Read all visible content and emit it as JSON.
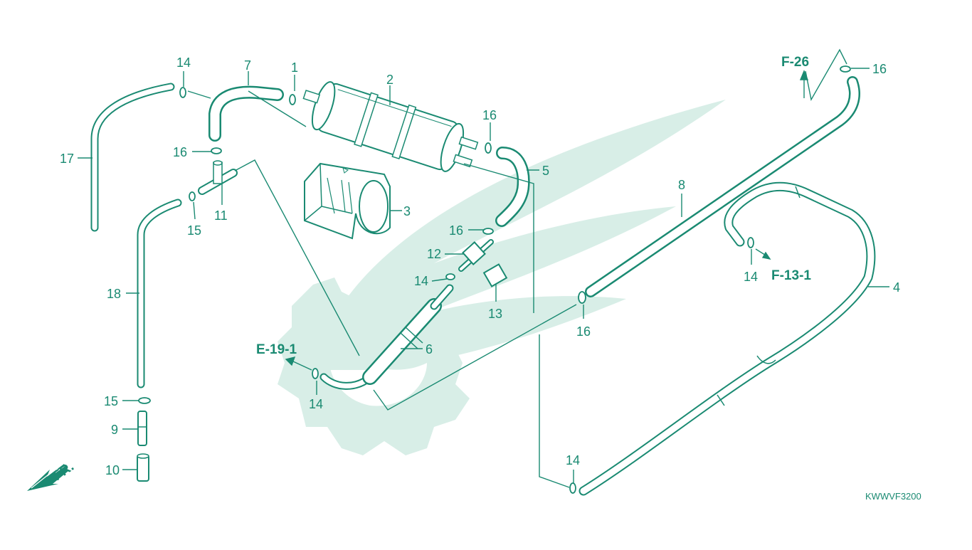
{
  "diagram": {
    "part_numbers": {
      "p1": "1",
      "p2": "2",
      "p3": "3",
      "p4": "4",
      "p5": "5",
      "p6": "6",
      "p7": "7",
      "p8": "8",
      "p9": "9",
      "p10": "10",
      "p11": "11",
      "p12": "12",
      "p13": "13",
      "p14a": "14",
      "p14b": "14",
      "p14c": "14",
      "p14d": "14",
      "p14e": "14",
      "p15a": "15",
      "p15b": "15",
      "p16a": "16",
      "p16b": "16",
      "p16c": "16",
      "p16d": "16",
      "p16e": "16",
      "p17": "17",
      "p18": "18"
    },
    "references": {
      "f26": "F-26",
      "f13": "F-13-1",
      "e19": "E-19-1"
    },
    "front_marker": "FR.",
    "drawing_code": "KWWVF3200",
    "colors": {
      "ink": "#1a8a72",
      "watermark": "#d8eee7"
    }
  }
}
